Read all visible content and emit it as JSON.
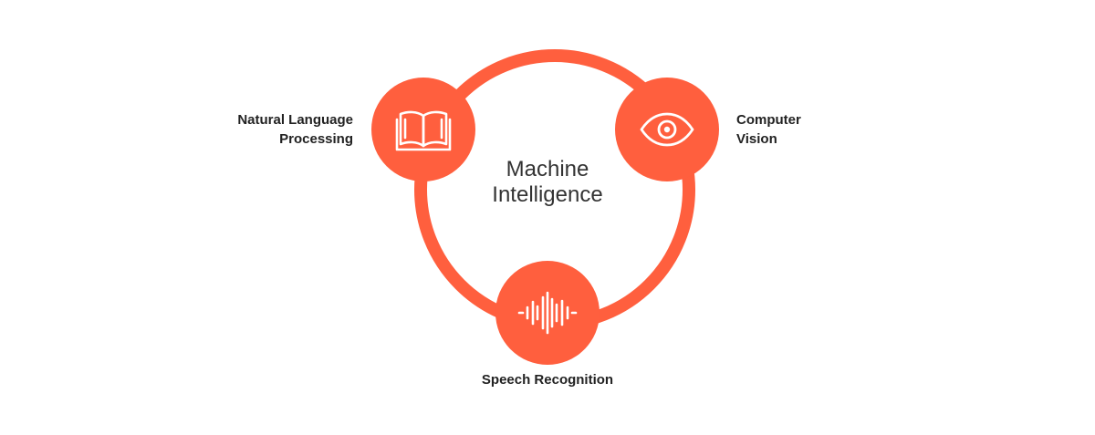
{
  "theme": {
    "accent_color": "#FF5F3E",
    "icon_color": "#FFFFFF",
    "text_color": "#222222"
  },
  "center": {
    "title_line1": "Machine",
    "title_line2": "Intelligence"
  },
  "nodes": {
    "natural_language_processing": {
      "label_line1": "Natural Language",
      "label_line2": "Processing",
      "icon": "open-book-icon"
    },
    "computer_vision": {
      "label_line1": "Computer",
      "label_line2": "Vision",
      "icon": "eye-icon"
    },
    "speech_recognition": {
      "label": "Speech Recognition",
      "icon": "sound-wave-icon"
    }
  }
}
